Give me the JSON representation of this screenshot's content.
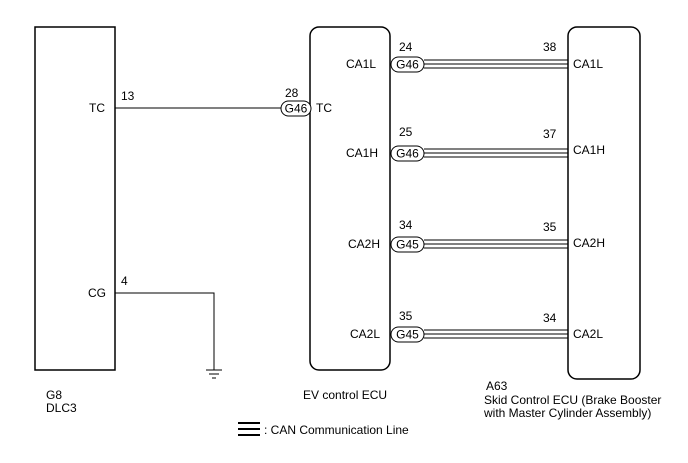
{
  "components": {
    "dlc3": {
      "id": "G8",
      "name": "DLC3"
    },
    "ev_ecu": {
      "name": "EV control ECU"
    },
    "skid_ecu": {
      "id": "A63",
      "name_line1": "Skid Control ECU (Brake Booster",
      "name_line2": "with Master Cylinder Assembly)"
    }
  },
  "dlc3_pins": [
    {
      "name": "TC",
      "pin": "13"
    },
    {
      "name": "CG",
      "pin": "4"
    }
  ],
  "ev_pins": {
    "tc": {
      "name": "TC",
      "pin": "28",
      "connector": "G46"
    },
    "can": [
      {
        "name": "CA1L",
        "pin": "24",
        "connector": "G46"
      },
      {
        "name": "CA1H",
        "pin": "25",
        "connector": "G46"
      },
      {
        "name": "CA2H",
        "pin": "34",
        "connector": "G45"
      },
      {
        "name": "CA2L",
        "pin": "35",
        "connector": "G45"
      }
    ]
  },
  "skid_pins": [
    {
      "name": "CA1L",
      "pin": "38"
    },
    {
      "name": "CA1H",
      "pin": "37"
    },
    {
      "name": "CA2H",
      "pin": "35"
    },
    {
      "name": "CA2L",
      "pin": "34"
    }
  ],
  "legend": {
    "text": ": CAN Communication Line"
  }
}
